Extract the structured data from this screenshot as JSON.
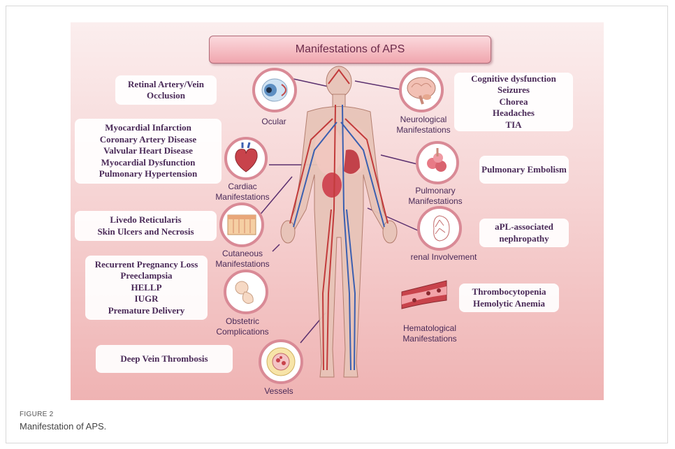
{
  "title": "Manifestations of APS",
  "figure": {
    "label": "FIGURE 2",
    "caption": "Manifestation of APS."
  },
  "manifestations": {
    "ocular": {
      "label": "Ocular",
      "items": [
        "Retinal Artery/Vein",
        "Occlusion"
      ]
    },
    "neurological": {
      "label_lines": [
        "Neurological",
        "Manifestations"
      ],
      "items": [
        "Cognitive dysfunction",
        "Seizures",
        "Chorea",
        "Headaches",
        "TIA"
      ]
    },
    "cardiac": {
      "label_lines": [
        "Cardiac",
        "Manifestations"
      ],
      "items": [
        "Myocardial Infarction",
        "Coronary Artery Disease",
        "Valvular Heart Disease",
        "Myocardial Dysfunction",
        "Pulmonary Hypertension"
      ]
    },
    "pulmonary": {
      "label_lines": [
        "Pulmonary",
        "Manifestations"
      ],
      "items": [
        "Pulmonary Embolism"
      ]
    },
    "cutaneous": {
      "label_lines": [
        "Cutaneous",
        "Manifestations"
      ],
      "items": [
        "Livedo Reticularis",
        "Skin Ulcers and Necrosis"
      ]
    },
    "renal": {
      "label": "renal Involvement",
      "items": [
        "aPL-associated",
        "nephropathy"
      ]
    },
    "obstetric": {
      "label_lines": [
        "Obstetric",
        "Complications"
      ],
      "items": [
        "Recurrent Pregnancy Loss",
        "Preeclampsia",
        "HELLP",
        "IUGR",
        "Premature Delivery"
      ]
    },
    "hematological": {
      "label_lines": [
        "Hematological",
        "Manifestations"
      ],
      "items": [
        "Thrombocytopenia",
        "Hemolytic Anemia"
      ]
    },
    "vessels": {
      "label": "Vessels",
      "items": [
        "Deep Vein Thrombosis"
      ]
    }
  },
  "colors": {
    "panel_top": "#fbeeee",
    "panel_bottom": "#efb3b3",
    "circle_border": "#d98a96",
    "text": "#4a2a58",
    "connector": "#5a2f6e"
  }
}
